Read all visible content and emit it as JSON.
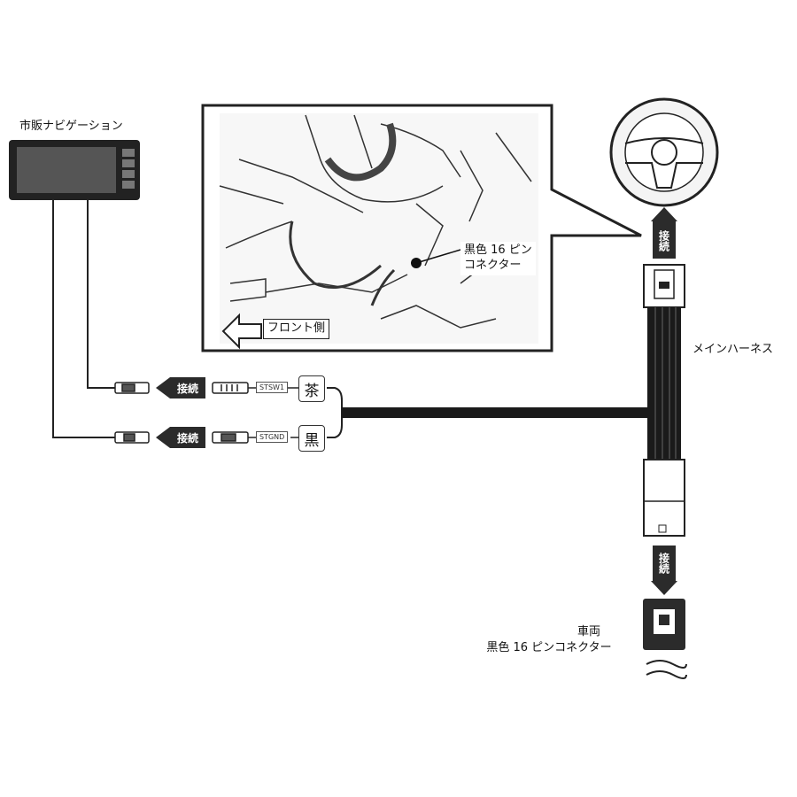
{
  "labels": {
    "navigation": "市販ナビゲーション",
    "main_harness": "メインハーネス",
    "vehicle": "車両",
    "vehicle_connector": "黒色 16 ピンコネクター",
    "callout_connector": "黒色 16 ピン\nコネクター",
    "front_side": "フロント側"
  },
  "connect_label": "接続",
  "wires": [
    {
      "color_char": "茶",
      "tag": "STSW1"
    },
    {
      "color_char": "黒",
      "tag": "STGND"
    }
  ]
}
